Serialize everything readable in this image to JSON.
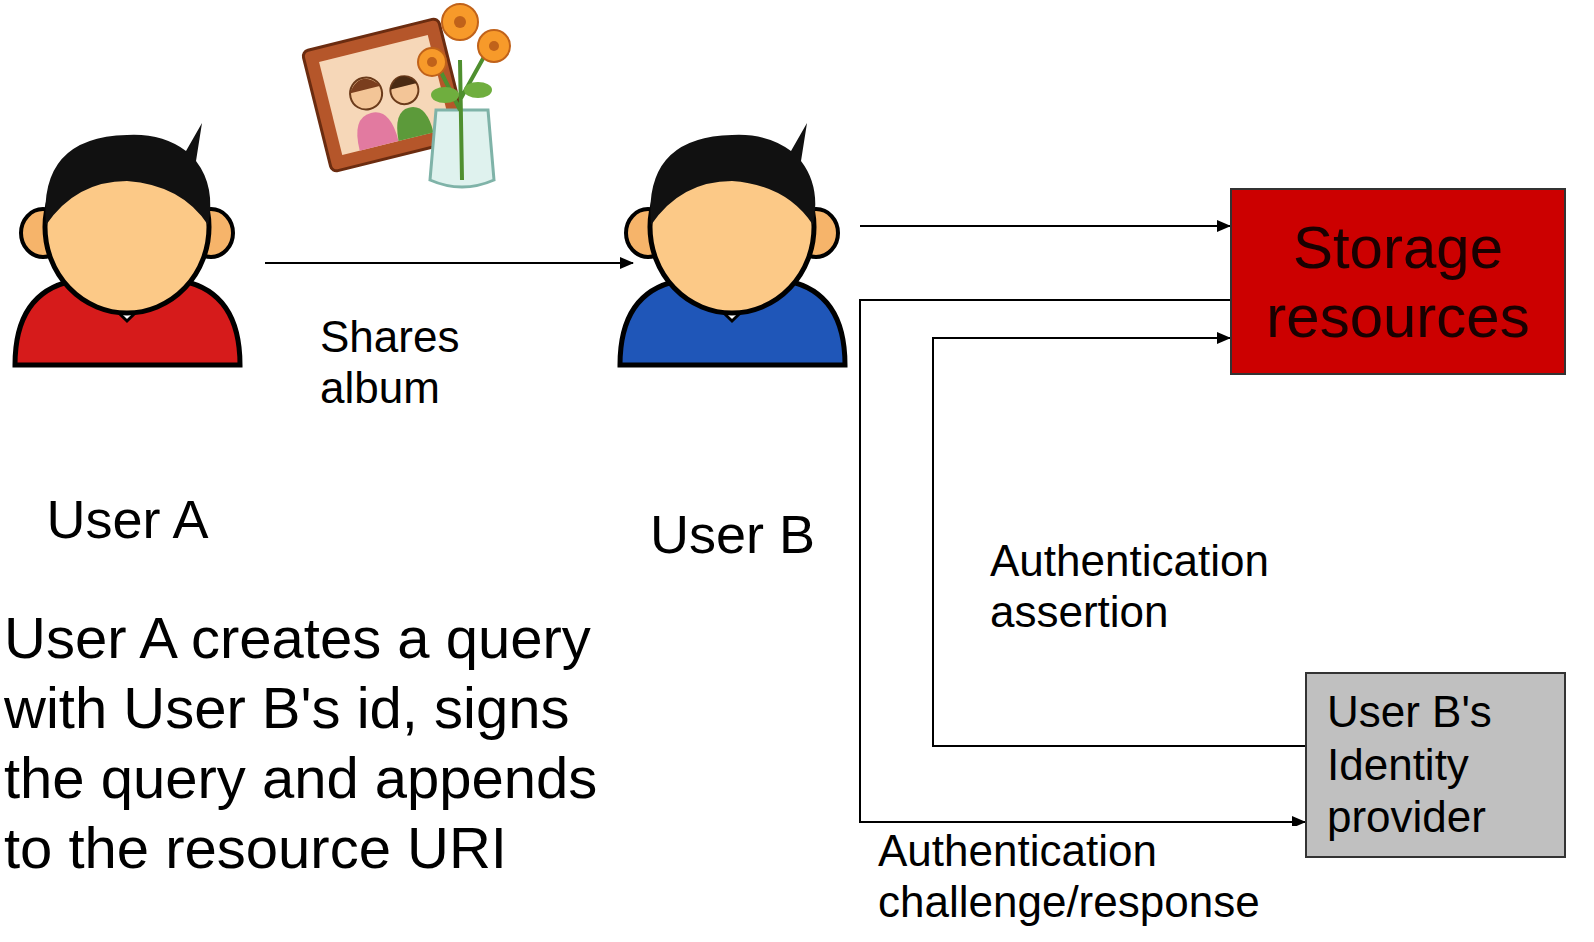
{
  "diagram": {
    "nodes": [
      {
        "text": [
          "User A"
        ]
      },
      {
        "text": [
          "User B"
        ]
      },
      {
        "text": [
          "Storage resources"
        ]
      },
      {
        "text": [
          "User B's Identity provider"
        ]
      }
    ],
    "edges": [
      {
        "from": 0,
        "to": 1,
        "label": "Shares album",
        "arrow": "to"
      },
      {
        "from": 1,
        "to": 2,
        "arrow": "to"
      },
      {
        "from": 2,
        "to": 3,
        "label": "Authentication challenge/response",
        "arrow": "to"
      },
      {
        "from": 3,
        "to": 2,
        "label": "Authentication assertion",
        "arrow": "to"
      }
    ],
    "labels": [
      "User A creates a query with User B's id, signs the query and appends to the resource URI"
    ]
  }
}
